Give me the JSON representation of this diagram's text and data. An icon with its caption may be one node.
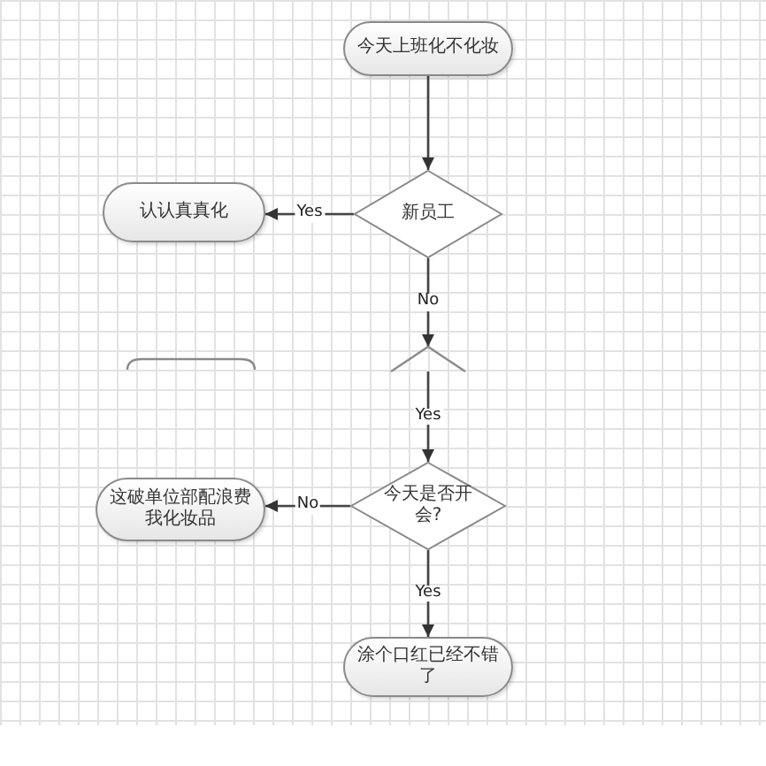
{
  "diagram": {
    "nodes": [
      {
        "text": [
          "今天上班化不化妆"
        ]
      },
      {
        "text": [
          "新员工"
        ]
      },
      {
        "text": [
          "认认真真化"
        ]
      },
      {
        "text": [],
        "shape": "diamond"
      },
      {
        "text": [],
        "shape": "box"
      },
      {
        "text": [
          "今天是否开会?"
        ]
      },
      {
        "text": [
          "这破单位部配浪费我化妆品"
        ]
      },
      {
        "text": [
          "涂个口红已经不错了"
        ]
      }
    ],
    "edges": [
      {
        "from": 0,
        "to": 1,
        "arrow": "to"
      },
      {
        "from": 1,
        "to": 2,
        "label": "Yes",
        "arrow": "to"
      },
      {
        "from": 1,
        "to": 3,
        "label": "No",
        "arrow": "to"
      },
      {
        "from": 3,
        "to": 5,
        "label": "Yes",
        "arrow": "to"
      },
      {
        "from": 5,
        "to": 6,
        "label": "No",
        "arrow": "to"
      },
      {
        "from": 5,
        "to": 7,
        "label": "Yes",
        "arrow": "to"
      }
    ]
  }
}
